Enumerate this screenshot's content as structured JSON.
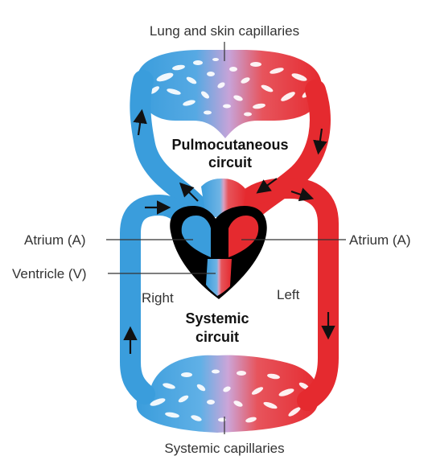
{
  "labels": {
    "top_capillaries": "Lung and skin capillaries",
    "pulmo_line1": "Pulmocutaneous",
    "pulmo_line2": "circuit",
    "atrium_left": "Atrium (A)",
    "atrium_right": "Atrium (A)",
    "ventricle": "Ventricle (V)",
    "right": "Right",
    "left": "Left",
    "systemic_line1": "Systemic",
    "systemic_line2": "circuit",
    "bottom_capillaries": "Systemic capillaries"
  },
  "colors": {
    "deoxygenated": "#3a9ddc",
    "oxygenated": "#e52a2f",
    "mixed": "#c7a3d8",
    "heart": "#000000",
    "label_text": "#333333"
  }
}
